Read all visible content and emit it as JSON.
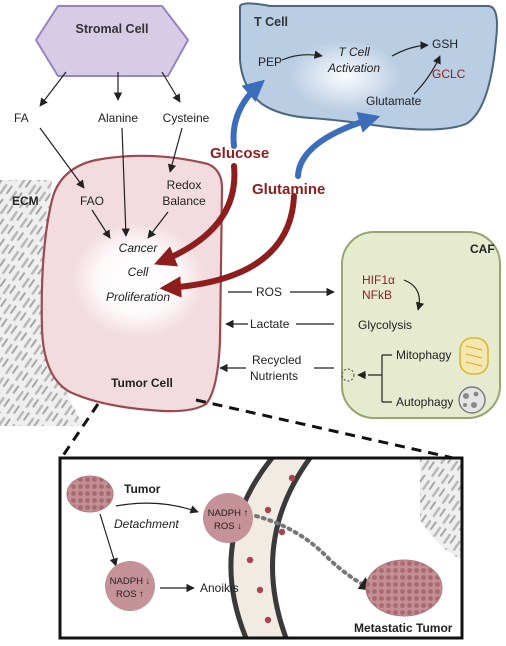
{
  "colors": {
    "stromal_fill": "#d7cce6",
    "stromal_stroke": "#9a82bd",
    "tcell_fill": "#b9cde3",
    "tcell_stroke": "#4b6680",
    "tumor_fill": "#f3dcdf",
    "tumor_stroke": "#9b4a51",
    "caf_fill": "#e6ebcf",
    "caf_stroke": "#97a56e",
    "red_arrow": "#8e1e1e",
    "blue_arrow": "#3c6dbb",
    "vessel_wall": "#3a3a3a",
    "cluster": "#c48f94"
  },
  "stromal": {
    "title": "Stromal Cell",
    "fa": "FA",
    "alanine": "Alanine",
    "cysteine": "Cysteine"
  },
  "tcell": {
    "title": "T Cell",
    "pep": "PEP",
    "activation_line1": "T Cell",
    "activation_line2": "Activation",
    "gsh": "GSH",
    "gclc": "GCLC",
    "glutamate": "Glutamate"
  },
  "nutrients": {
    "glucose": "Glucose",
    "glutamine": "Glutamine"
  },
  "ecm": {
    "label": "ECM"
  },
  "tumor": {
    "title": "Tumor Cell",
    "fao": "FAO",
    "redox_line1": "Redox",
    "redox_line2": "Balance",
    "prolif_line1": "Cancer",
    "prolif_line2": "Cell",
    "prolif_line3": "Proliferation"
  },
  "flows": {
    "ros": "ROS",
    "lactate": "Lactate",
    "recycled_line1": "Recycled",
    "recycled_line2": "Nutrients"
  },
  "caf": {
    "title": "CAF",
    "hif": "HIF1α",
    "nfkb": "NFkB",
    "glycolysis": "Glycolysis",
    "mitophagy": "Mitophagy",
    "autophagy": "Autophagy"
  },
  "inset": {
    "tumor": "Tumor",
    "detachment": "Detachment",
    "cell1_line1": "NADPH ↑",
    "cell1_line2": "ROS ↓",
    "cell2_line1": "NADPH ↓",
    "cell2_line2": "ROS ↑",
    "anoikis": "Anoikis",
    "metastatic": "Metastatic Tumor"
  }
}
